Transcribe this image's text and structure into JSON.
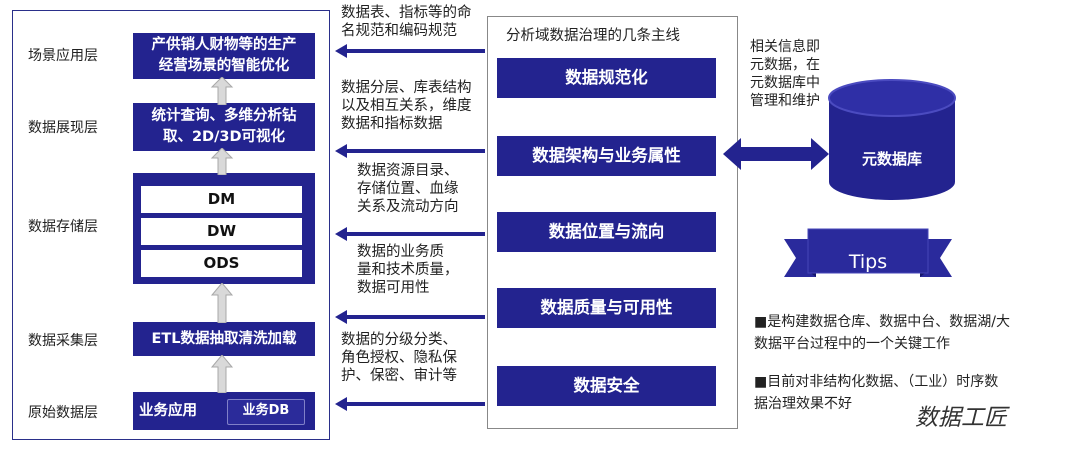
{
  "layers": {
    "scene": "场景应用层",
    "presentation": "数据展现层",
    "storage": "数据存储层",
    "collection": "数据采集层",
    "raw": "原始数据层"
  },
  "left_boxes": {
    "scene_l1": "产供销人财物等的生产",
    "scene_l2": "经营场景的智能优化",
    "presentation_l1": "统计查询、多维分析钻",
    "presentation_l2": "取、2D/3D可视化",
    "stack": [
      "DM",
      "DW",
      "ODS"
    ],
    "etl": "ETL数据抽取清洗加载",
    "business_app": "业务应用",
    "business_db": "业务DB"
  },
  "middle_notes": {
    "n1_l1": "数据表、指标等的命",
    "n1_l2": "名规范和编码规范",
    "n2_l1": "数据分层、库表结构",
    "n2_l2": "以及相互关系，维度",
    "n2_l3": "数据和指标数据",
    "n3_l1": "数据资源目录、",
    "n3_l2": "存储位置、血缘",
    "n3_l3": "关系及流动方向",
    "n4_l1": "数据的业务质",
    "n4_l2": "量和技术质量，",
    "n4_l3": "数据可用性",
    "n5_l1": "数据的分级分类、",
    "n5_l2": "角色授权、隐私保",
    "n5_l3": "护、保密、审计等"
  },
  "center": {
    "title": "分析域数据治理的几条主线",
    "themes": [
      "数据规范化",
      "数据架构与业务属性",
      "数据位置与流向",
      "数据质量与可用性",
      "数据安全"
    ]
  },
  "right": {
    "meta_l1": "相关信息即",
    "meta_l2": "元数据，在",
    "meta_l3": "元数据库中",
    "meta_l4": "管理和维护",
    "meta_db": "元数据库",
    "tips": "Tips",
    "tip1_l1": "■是构建数据仓库、数据中台、数据湖/大",
    "tip1_l2": "数据平台过程中的一个关键工作",
    "tip2_l1": "■目前对非结构化数据、（工业）时序数",
    "tip2_l2": "据治理效果不好",
    "signature": "数据工匠"
  },
  "colors": {
    "navy": "#23238f",
    "arrow_gray": "#d9d9d9",
    "ribbon": "#2a2a9c"
  }
}
